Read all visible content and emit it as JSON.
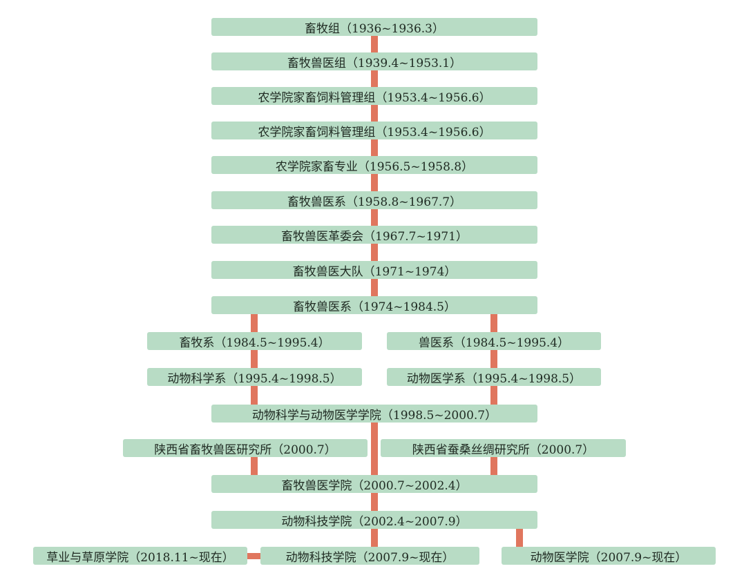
{
  "colors": {
    "box": "#b8dcc5",
    "connector": "#e0765e"
  },
  "nodes": {
    "n1": "畜牧组（1936~1936.3）",
    "n2": "畜牧兽医组（1939.4~1953.1）",
    "n3": "农学院家畜饲料管理组（1953.4~1956.6）",
    "n4": "农学院家畜饲料管理组（1953.4~1956.6）",
    "n5": "农学院家畜专业（1956.5~1958.8）",
    "n6": "畜牧兽医系（1958.8~1967.7）",
    "n7": "畜牧兽医革委会（1967.7~1971）",
    "n8": "畜牧兽医大队（1971~1974）",
    "n9": "畜牧兽医系（1974~1984.5）",
    "n10a": "畜牧系（1984.5~1995.4）",
    "n10b": "兽医系（1984.5~1995.4）",
    "n11a": "动物科学系（1995.4~1998.5）",
    "n11b": "动物医学系（1995.4~1998.5）",
    "n12": "动物科学与动物医学学院（1998.5~2000.7）",
    "n13a": "陕西省畜牧兽医研究所（2000.7）",
    "n13b": "陕西省蚕桑丝绸研究所（2000.7）",
    "n14": "畜牧兽医学院（2000.7~2002.4）",
    "n15": "动物科技学院（2002.4~2007.9）",
    "n16a": "草业与草原学院（2018.11~现在）",
    "n16b": "动物科技学院（2007.9~现在）",
    "n16c": "动物医学院（2007.9~现在）"
  }
}
